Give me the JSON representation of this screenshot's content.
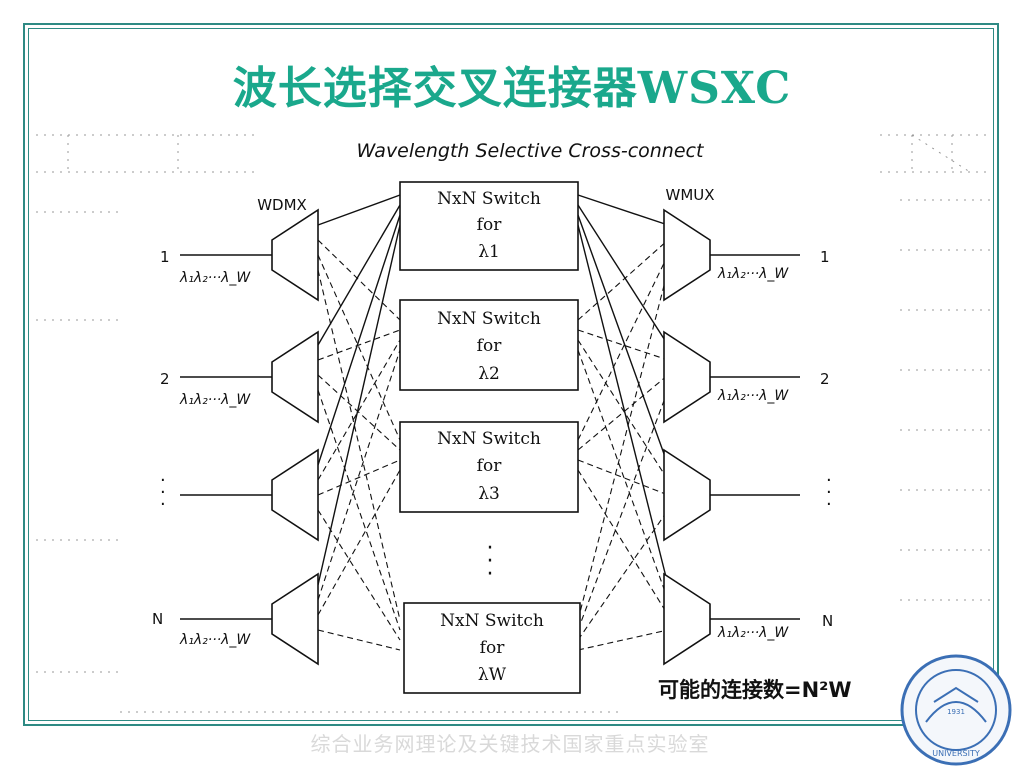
{
  "slide": {
    "title": "波长选择交叉连接器WSXC",
    "footer": "综合业务网理论及关键技术国家重点实验室"
  },
  "diagram": {
    "caption": "Wavelength Selective Cross-connect",
    "demux_label": "WDMX",
    "mux_label": "WMUX",
    "inputs": [
      {
        "port": "1",
        "wavelengths": "λ₁λ₂···λ_W"
      },
      {
        "port": "2",
        "wavelengths": "λ₁λ₂···λ_W"
      },
      {
        "port": ":",
        "wavelengths": ""
      },
      {
        "port": "N",
        "wavelengths": "λ₁λ₂···λ_W"
      }
    ],
    "outputs": [
      {
        "port": "1",
        "wavelengths": "λ₁λ₂···λ_W"
      },
      {
        "port": "2",
        "wavelengths": "λ₁λ₂···λ_W"
      },
      {
        "port": ":",
        "wavelengths": ""
      },
      {
        "port": "N",
        "wavelengths": "λ₁λ₂···λ_W"
      }
    ],
    "switches": [
      {
        "line1": "NxN Switch",
        "line2": "for",
        "line3": "λ1"
      },
      {
        "line1": "NxN Switch",
        "line2": "for",
        "line3": "λ2"
      },
      {
        "line1": "NxN Switch",
        "line2": "for",
        "line3": "λ3"
      },
      {
        "line1": "NxN Switch",
        "line2": "for",
        "line3": "λW"
      }
    ],
    "ellipsis": "·",
    "connections_note": "可能的连接数=N²W"
  },
  "colors": {
    "title": "#1aa88c",
    "frame": "#2e8a84",
    "footer": "#d9d9d9",
    "ink": "#111111"
  },
  "logo": {
    "text": "UNIVERSITY",
    "year": "1931"
  }
}
